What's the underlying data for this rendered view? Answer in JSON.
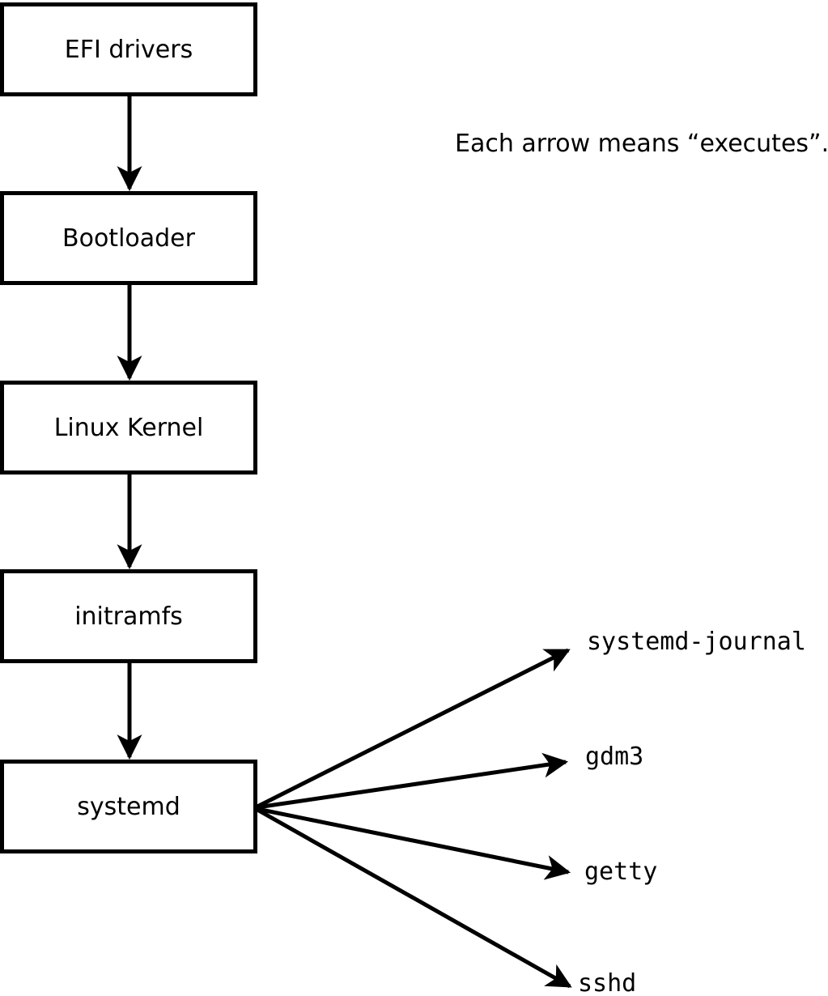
{
  "diagram": {
    "title_hidden": "",
    "annotation": "Each arrow means “executes”.",
    "nodes": [
      {
        "id": "efi-drivers",
        "label": "EFI drivers"
      },
      {
        "id": "bootloader",
        "label": "Bootloader"
      },
      {
        "id": "linux-kernel",
        "label": "Linux Kernel"
      },
      {
        "id": "initramfs",
        "label": "initramfs"
      },
      {
        "id": "systemd",
        "label": "systemd"
      }
    ],
    "chain_edges": [
      {
        "from": "EFI drivers",
        "to": "Bootloader"
      },
      {
        "from": "Bootloader",
        "to": "Linux Kernel"
      },
      {
        "from": "Linux Kernel",
        "to": "initramfs"
      },
      {
        "from": "initramfs",
        "to": "systemd"
      }
    ],
    "fanout_targets": [
      {
        "id": "systemd-journal",
        "label": "systemd-journal"
      },
      {
        "id": "gdm3",
        "label": "gdm3"
      },
      {
        "id": "getty",
        "label": "getty"
      },
      {
        "id": "sshd",
        "label": "sshd"
      }
    ],
    "colors": {
      "stroke": "#000000",
      "background": "#ffffff",
      "box_fill": "#ffffff"
    }
  }
}
